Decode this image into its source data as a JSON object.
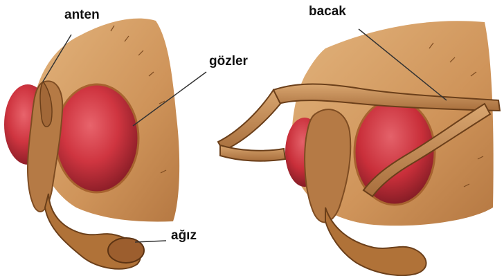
{
  "labels": {
    "anten": "anten",
    "gozler": "gözler",
    "agiz": "ağız",
    "bacak": "bacak"
  },
  "colors": {
    "body": "#c98b52",
    "body_light": "#deb07a",
    "body_dark": "#8e5a2d",
    "eye": "#c8313c",
    "eye_dark": "#8a1f27",
    "leader_line": "#333333"
  }
}
